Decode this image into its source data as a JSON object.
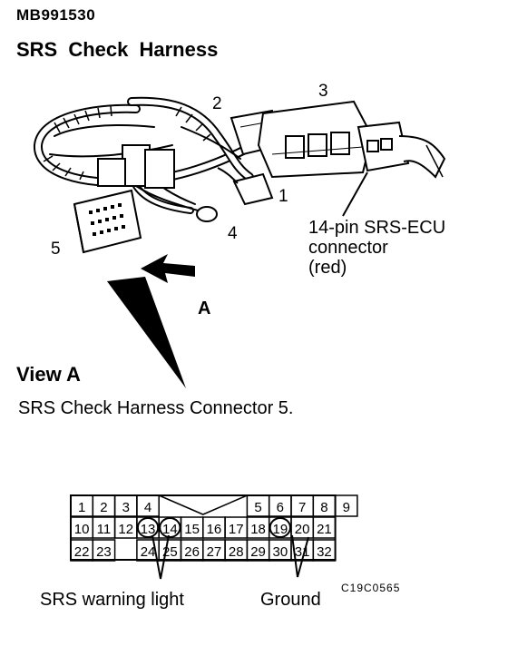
{
  "header": {
    "part_number": "MB991530",
    "title": "SRS Check Harness"
  },
  "illustration": {
    "callouts": {
      "c1": "1",
      "c2": "2",
      "c3": "3",
      "c4": "4",
      "c5": "5",
      "arrow_a": "A"
    },
    "ecu_connector_label": {
      "line1": "14-pin SRS-ECU",
      "line2": "connector",
      "line3": "(red)"
    }
  },
  "view": {
    "title": "View A",
    "subtitle": "SRS Check Harness Connector 5."
  },
  "connector": {
    "row1": [
      "1",
      "2",
      "3",
      "4",
      "5",
      "6",
      "7",
      "8",
      "9"
    ],
    "row2": [
      "10",
      "11",
      "12",
      "13",
      "14",
      "15",
      "16",
      "17",
      "18",
      "19",
      "20",
      "21"
    ],
    "row3": [
      "22",
      "23",
      "24",
      "25",
      "26",
      "27",
      "28",
      "29",
      "30",
      "31",
      "32"
    ],
    "circled_pins": [
      "13",
      "14",
      "19"
    ],
    "labels": {
      "warning_light": "SRS warning light",
      "ground": "Ground"
    }
  },
  "figure_code": "C19C0565"
}
